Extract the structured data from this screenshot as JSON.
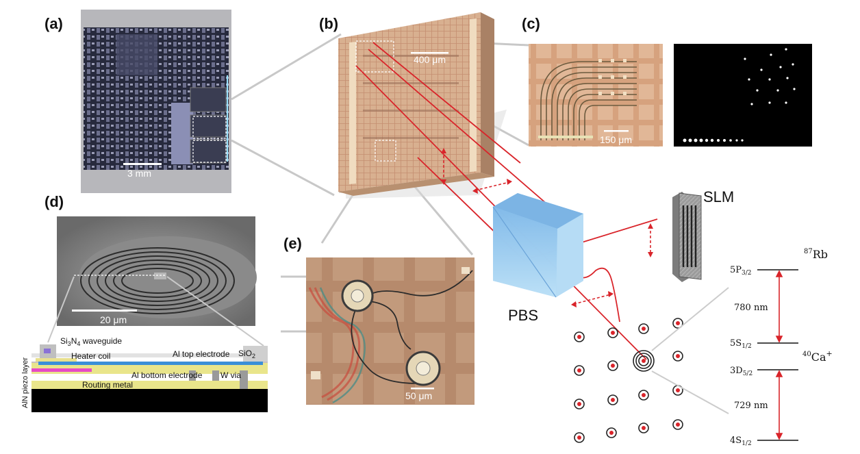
{
  "panels": {
    "a": {
      "label": "(a)",
      "scale": "3 mm"
    },
    "b": {
      "label": "(b)",
      "scale": "400 μm"
    },
    "c": {
      "label": "(c)",
      "scale": "150 μm"
    },
    "d": {
      "label": "(d)",
      "scale": "20 μm"
    },
    "e": {
      "label": "(e)",
      "scale": "50 μm"
    }
  },
  "components": {
    "slm": "SLM",
    "pbs": "PBS"
  },
  "stack": {
    "waveguide": "Si",
    "waveguide_sub": "3",
    "waveguide_mid": "N",
    "waveguide_sub2": "4",
    "waveguide_tail": " waveguide",
    "heater": "Heater coil",
    "top_electrode": "Al top electrode",
    "sio2": "SiO",
    "sio2_sub": "2",
    "bottom_electrode": "Al bottom electrode",
    "w_via": "W via",
    "routing": "Routing metal",
    "piezo": "AlN piezo layer"
  },
  "levels": {
    "rb": {
      "mass": "87",
      "elem": "Rb",
      "upper": "5P",
      "upper_sub": "3/2",
      "lower": "5S",
      "lower_sub": "1/2",
      "wavelength": "780 nm"
    },
    "ca": {
      "mass": "40",
      "elem": "Ca",
      "charge": "+",
      "upper": "3D",
      "upper_sub": "5/2",
      "lower": "4S",
      "lower_sub": "1/2",
      "wavelength": "729 nm"
    }
  },
  "colors": {
    "laser": "#d9242a",
    "chip_tan": "#d8b494",
    "pbs_blue": "#8fc8ef",
    "die_dark": "#2a2a3a"
  }
}
